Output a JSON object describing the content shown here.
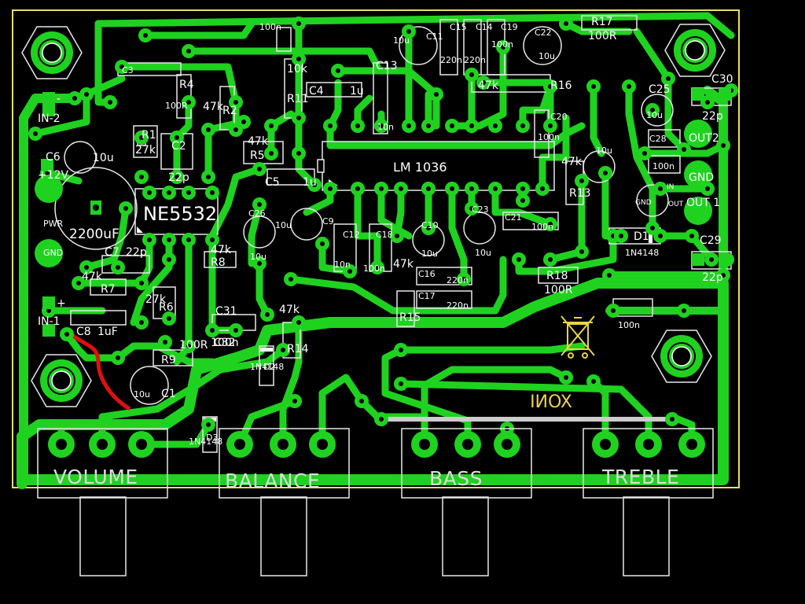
{
  "colors": {
    "background": "#000000",
    "copper": "#1fd21f",
    "silkscreen": "#ffffff",
    "board_outline": "#e8e060",
    "jumper_red": "#e01010",
    "jumper_grey": "#cccccc",
    "brand": "#e8d44a"
  },
  "chips": {
    "lm1036": "LM 1036",
    "ne5532": "NE5532"
  },
  "brand_text": "XONI",
  "potentiometers": [
    {
      "label": "VOLUME"
    },
    {
      "label": "BALANCE"
    },
    {
      "label": "BASS"
    },
    {
      "label": "TREBLE"
    }
  ],
  "connectors": {
    "in1": "IN-1",
    "in2": "IN-2",
    "out1": "OUT 1",
    "out2": "OUT2",
    "gnd_right": "GND",
    "gnd_left": "GND",
    "pwr": "PWR",
    "v12": "+12V",
    "plus": "+",
    "minus": "-"
  },
  "labels": {
    "R1": "R1",
    "R1v": "27k",
    "R2": "R2",
    "R2v": "47k",
    "R4": "R4",
    "R4v": "100R",
    "R5": "R5",
    "R5v": "47k",
    "R6": "R6",
    "R6v": "27k",
    "R7": "R7",
    "R7v": "47k",
    "R8": "R8",
    "R8v": "47k",
    "R9": "R9",
    "R9v": "100R",
    "R11": "R11",
    "R11v": "10k",
    "R13": "R13",
    "R13v": "47k",
    "R14": "R14",
    "R14v": "47k",
    "R15": "R15",
    "R15v": "47k",
    "R16": "R16",
    "R16v": "47k",
    "R17": "R17",
    "R17v": "100R",
    "R18": "R18",
    "R18v": "100R",
    "C1": "C1",
    "C1v": "10u",
    "C2": "C2",
    "C2v": "22p",
    "C3": "C3",
    "C4": "C4",
    "C4v": "1u",
    "C5": "C5",
    "C5v": "1u",
    "C6": "C6",
    "C6v": "10u",
    "C7": "C7",
    "C7v": "22p",
    "C8": "C8",
    "C8v": "1uF",
    "C9": "C9",
    "C10": "C10",
    "C10v": "10u",
    "C11": "C11",
    "C12": "C12",
    "C13": "C13",
    "C13v": "10n",
    "C14": "C14",
    "C14v": "220n",
    "C15": "C15",
    "C15v": "220n",
    "C16": "C16",
    "C16v": "220n",
    "C17": "C17",
    "C17v": "220n",
    "C18": "C18",
    "C19": "C19",
    "C20": "C20",
    "C21": "C21",
    "C22": "C22",
    "C22v": "10u",
    "C23": "C23",
    "C23v": "10u",
    "C25": "C25",
    "C25v": "10u",
    "C26": "C26",
    "C26v": "10u",
    "C28": "C28",
    "C29": "C29",
    "C29v": "22p",
    "C30": "C30",
    "C30v": "22p",
    "C31": "C31",
    "C32": "C32",
    "D1": "D1",
    "D1v": "1N4148",
    "D2": "D2",
    "D2v": "1N4148",
    "D3": "D3",
    "D3v": "1N4148",
    "cap2200": "2200uF",
    "v100n": "100n",
    "v10u": "10u",
    "v10n": "10n",
    "v1u": "1u",
    "gnd_small": "GND",
    "in_small": "IN",
    "out_small": "OUT"
  }
}
